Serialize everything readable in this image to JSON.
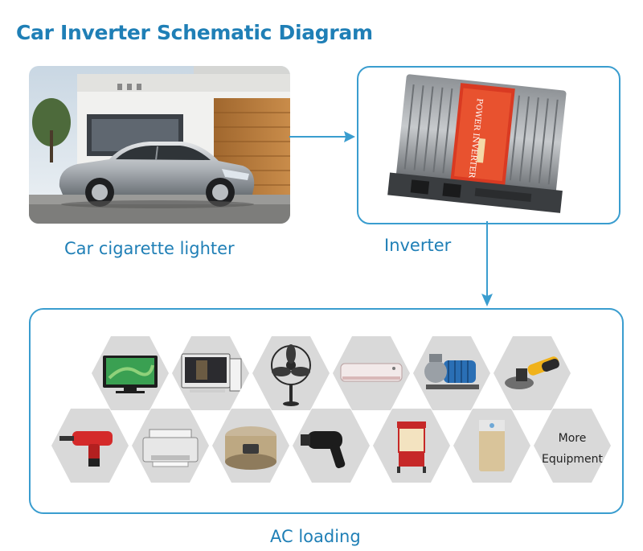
{
  "title": "Car Inverter Schematic Diagram",
  "nodes": {
    "car": {
      "label": "Car cigarette lighter"
    },
    "inverter": {
      "label": "Inverter",
      "device_text": "POWER INVERTER"
    },
    "ac": {
      "label": "AC loading"
    }
  },
  "appliances": [
    {
      "name": "tv"
    },
    {
      "name": "computer"
    },
    {
      "name": "fan"
    },
    {
      "name": "air-conditioner"
    },
    {
      "name": "water-pump"
    },
    {
      "name": "angle-grinder"
    },
    {
      "name": "drill"
    },
    {
      "name": "printer"
    },
    {
      "name": "rice-cooker"
    },
    {
      "name": "hair-dryer"
    },
    {
      "name": "popcorn-machine"
    },
    {
      "name": "air-purifier"
    },
    {
      "name": "more-equipment",
      "line1": "More",
      "line2": "Equipment"
    }
  ],
  "colors": {
    "accent": "#1f7fb6",
    "border": "#3a9dcf",
    "hex_bg": "#d9d9d9"
  }
}
